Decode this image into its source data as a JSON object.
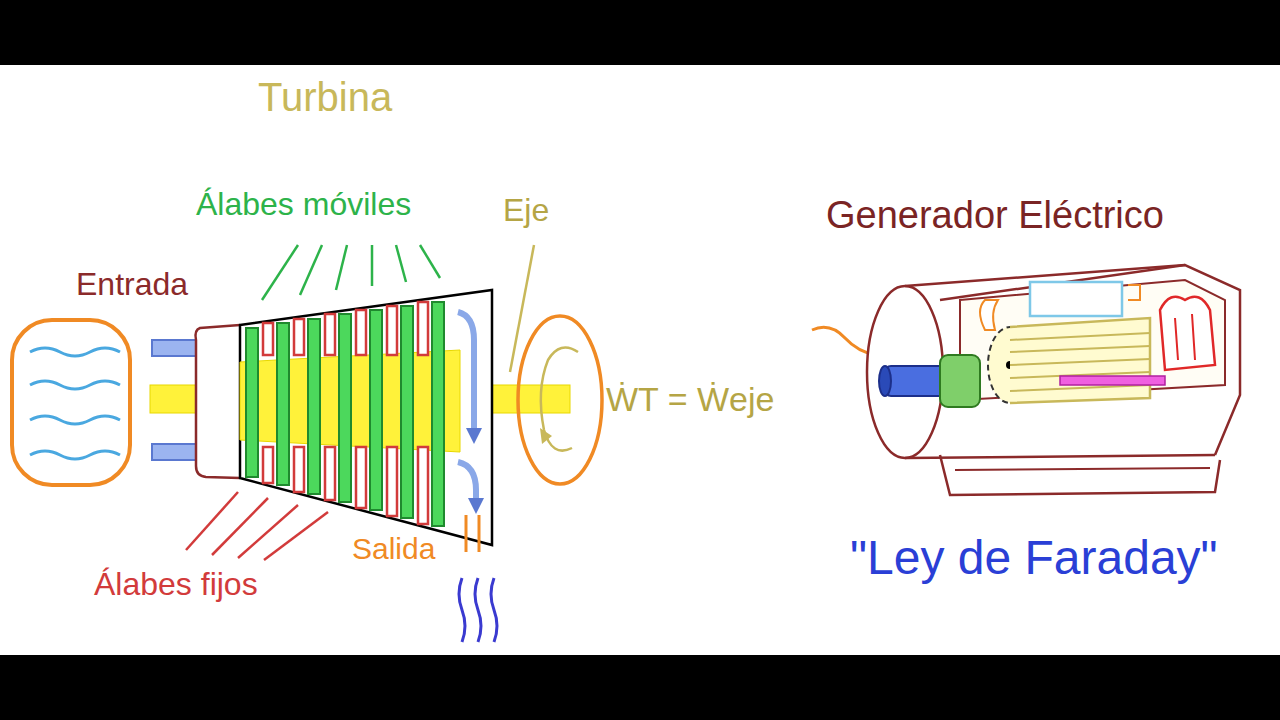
{
  "diagram": {
    "labels": [
      "Turbina",
      "Álabes móviles",
      "Eje",
      "Entrada",
      "ẆT = Ẇeje",
      "Álabes fijos",
      "Salida",
      "Generador Eléctrico",
      "\"Ley de Faraday\""
    ]
  }
}
